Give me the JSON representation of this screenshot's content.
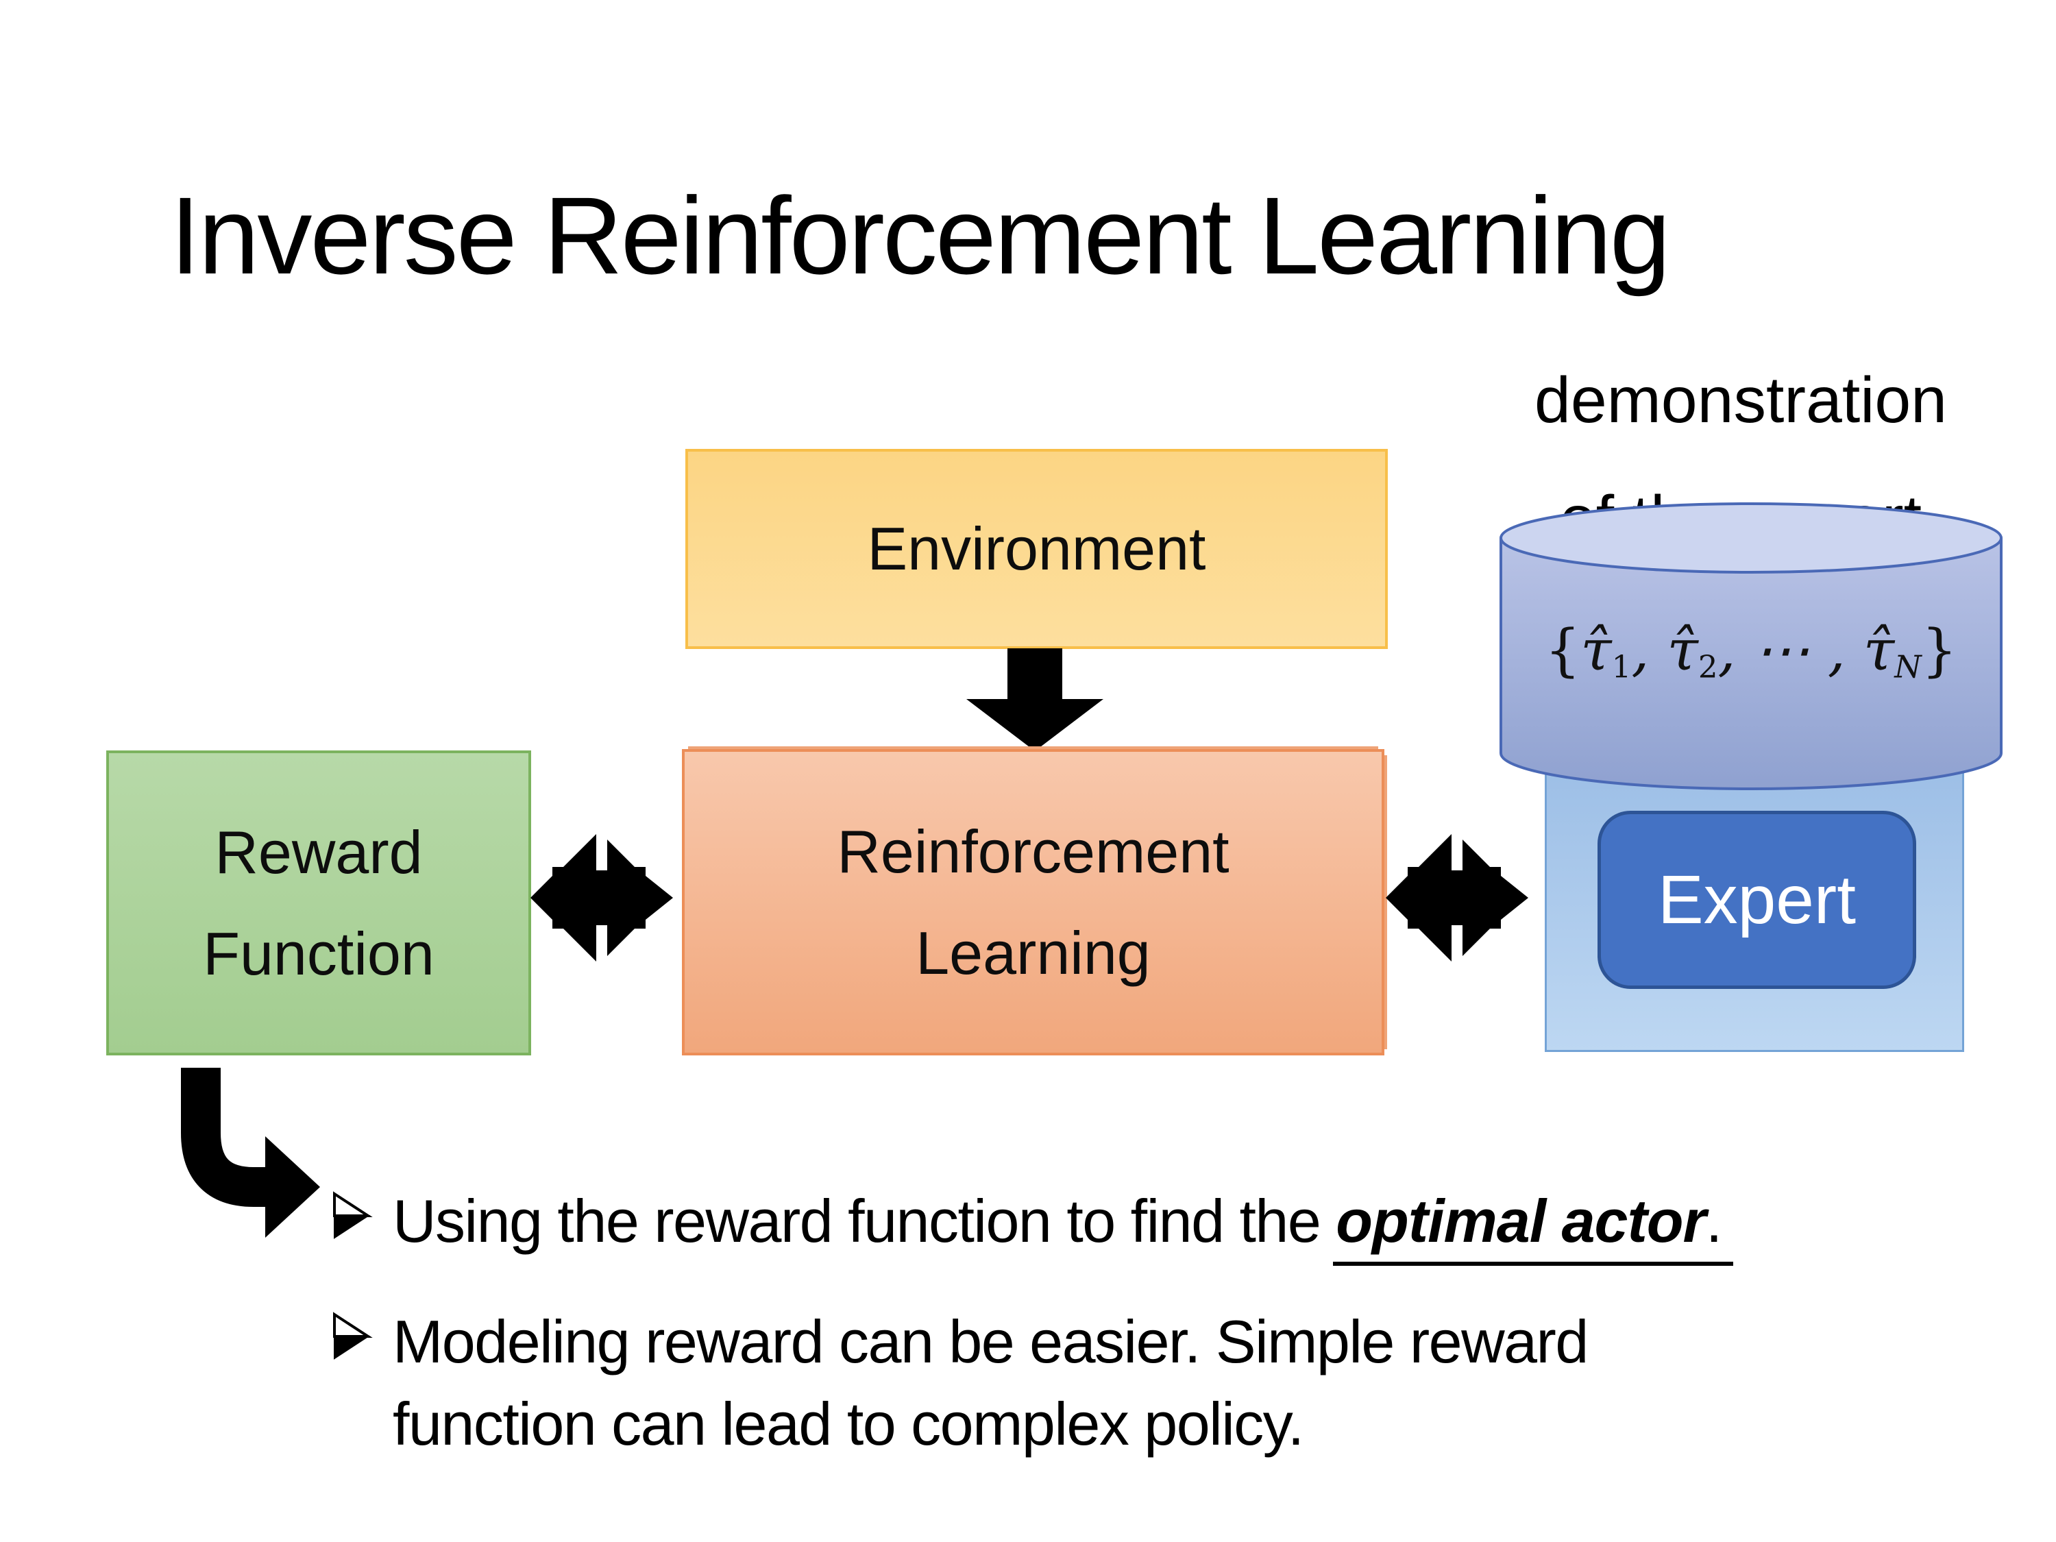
{
  "slide": {
    "title": "Inverse Reinforcement Learning"
  },
  "demonstration_label": {
    "line1": "demonstration",
    "line2": "of the expert"
  },
  "boxes": {
    "environment": "Environment",
    "reward_line1": "Reward",
    "reward_line2": "Function",
    "rl_line1": "Reinforcement",
    "rl_line2": "Learning",
    "expert": "Expert"
  },
  "formula": {
    "open": "{",
    "tau1": "τ̂",
    "sub1": "1",
    "sep1": ", ",
    "tau2": "τ̂",
    "sub2": "2",
    "sep2": ", ",
    "dots": "⋯",
    "sep3": " , ",
    "tauN": "τ̂",
    "subN": "N",
    "close": "}"
  },
  "bullets": {
    "item1": {
      "marker_icon": "arrowhead-bullet",
      "before": "Using the reward function to find the ",
      "emphasis": "optimal actor",
      "after": "."
    },
    "item2": {
      "marker_icon": "arrowhead-bullet",
      "line1": "Modeling reward can be easier. Simple reward",
      "line2": "function can lead to complex policy."
    }
  },
  "icons": {
    "down_arrow": "down-block-arrow",
    "reward_rl_arrow": "double-headed-arrow",
    "rl_expert_arrow": "double-headed-arrow",
    "bent_arrow": "bent-elbow-arrow",
    "database": "database-cylinder"
  },
  "colors": {
    "environment_fill_top": "#fcd584",
    "environment_fill_bottom": "#fddf9e",
    "environment_border": "#f8bf4a",
    "reward_fill_top": "#b7d9a8",
    "reward_fill_bottom": "#a3cd90",
    "reward_border": "#7cb35f",
    "rl_fill_top": "#f8c8ac",
    "rl_fill_bottom": "#f1a77c",
    "rl_border": "#ec8e58",
    "expert_panel_fill_top": "#9cbee6",
    "expert_panel_fill_bottom": "#bdd7f2",
    "expert_panel_border": "#74a3d6",
    "cylinder_fill_top": "#b9c3e6",
    "cylinder_fill_bottom": "#8fa1d0",
    "cylinder_top_fill": "#ccd5f0",
    "cylinder_border": "#4a69b6",
    "expert_fill": "#4472c4",
    "expert_border": "#2d5496",
    "expert_text": "#ffffff",
    "arrow_color": "#000000",
    "text_color": "#0d0d0d"
  }
}
